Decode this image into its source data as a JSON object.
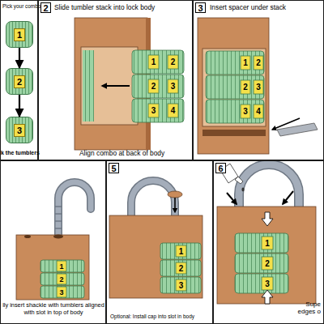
{
  "diagram": {
    "nodes": [
      {
        "text": [
          "Pick your combo",
          "k the tumblers"
        ]
      },
      {
        "text": [
          "1"
        ],
        "in": 0
      },
      {
        "text": [
          "2"
        ],
        "in": 0
      },
      {
        "text": [
          "3"
        ],
        "in": 0
      },
      {
        "text": [
          "2",
          "Slide tumbler stack into lock body",
          "Align combo at back of body"
        ]
      },
      {
        "text": [
          "3",
          "Insert spacer under stack"
        ]
      },
      {
        "text": [
          "lly insert shackle with tumblers aligned with slot in top of body"
        ]
      },
      {
        "text": [
          "5",
          "Optional: Install cap into slot in body"
        ]
      },
      {
        "text": [
          "6",
          "Supe edges o"
        ]
      }
    ],
    "edges": [
      {
        "from": 1,
        "to": 2,
        "arrow": "to"
      },
      {
        "from": 2,
        "to": 3,
        "arrow": "to"
      }
    ],
    "labels": [
      "1",
      "2",
      "2",
      "3",
      "3",
      "4",
      "1",
      "2",
      "2",
      "3",
      "3",
      "4",
      "1",
      "2",
      "3",
      "1",
      "2",
      "3",
      "1",
      "2",
      "3"
    ]
  }
}
